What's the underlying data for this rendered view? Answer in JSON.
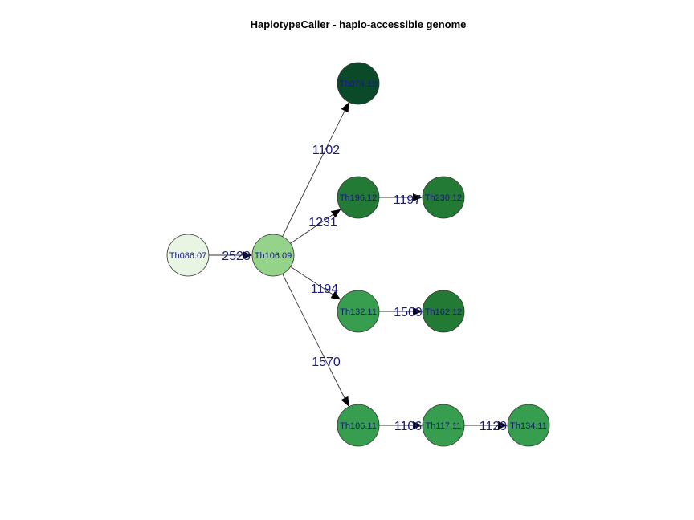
{
  "title": "HaplotypeCaller - haplo-accessible genome",
  "colors": {
    "very_light": "#e8f5e2",
    "light": "#95d38a",
    "medium": "#379e50",
    "dark": "#227a34",
    "darkest": "#0b4a28",
    "node_text": "#1a1a80",
    "edge_text": "#1a1a80",
    "edge": "#333333"
  },
  "nodes": [
    {
      "id": "Th086.07",
      "label": "Th086.07",
      "color": "very_light"
    },
    {
      "id": "Th106.09",
      "label": "Th106.09",
      "color": "light"
    },
    {
      "id": "Th074.13",
      "label": "Th074.13",
      "color": "darkest"
    },
    {
      "id": "Th196.12",
      "label": "Th196.12",
      "color": "dark"
    },
    {
      "id": "Th230.12",
      "label": "Th230.12",
      "color": "dark"
    },
    {
      "id": "Th132.11",
      "label": "Th132.11",
      "color": "medium"
    },
    {
      "id": "Th162.12",
      "label": "Th162.12",
      "color": "dark"
    },
    {
      "id": "Th106.11",
      "label": "Th106.11",
      "color": "medium"
    },
    {
      "id": "Th117.11",
      "label": "Th117.11",
      "color": "medium"
    },
    {
      "id": "Th134.11",
      "label": "Th134.11",
      "color": "medium"
    }
  ],
  "edges": [
    {
      "from": "Th086.07",
      "to": "Th106.09",
      "label": "2528"
    },
    {
      "from": "Th106.09",
      "to": "Th074.13",
      "label": "1102"
    },
    {
      "from": "Th106.09",
      "to": "Th196.12",
      "label": "1231"
    },
    {
      "from": "Th196.12",
      "to": "Th230.12",
      "label": "1197"
    },
    {
      "from": "Th106.09",
      "to": "Th132.11",
      "label": "1194"
    },
    {
      "from": "Th132.11",
      "to": "Th162.12",
      "label": "1509"
    },
    {
      "from": "Th106.09",
      "to": "Th106.11",
      "label": "1570"
    },
    {
      "from": "Th106.11",
      "to": "Th117.11",
      "label": "1106"
    },
    {
      "from": "Th117.11",
      "to": "Th134.11",
      "label": "1129"
    }
  ]
}
